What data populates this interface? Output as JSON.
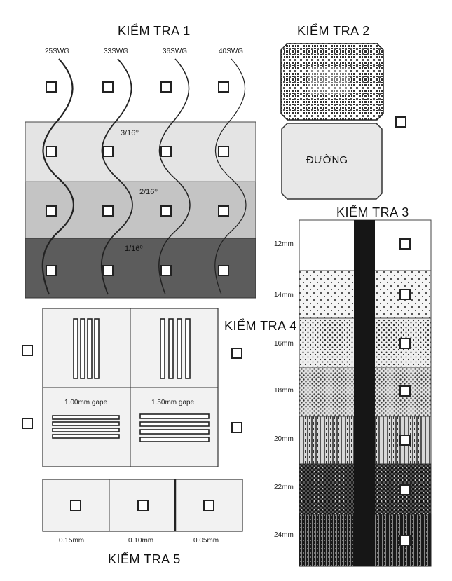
{
  "test1": {
    "title": "KIỂM TRA 1",
    "wire_labels": [
      "25SWG",
      "33SWG",
      "36SWG",
      "40SWG"
    ],
    "band_labels": [
      "3/16⁰",
      "2/16⁰",
      "1/16⁰"
    ],
    "colors": {
      "band1": "#e4e4e4",
      "band2": "#c4c4c4",
      "band3": "#5c5c5c"
    }
  },
  "test2": {
    "title": "KIỂM TRA 2",
    "bottom_label": "ĐƯỜNG"
  },
  "test3": {
    "title": "KIỂM TRA 3",
    "step_labels": [
      "12mm",
      "14mm",
      "16mm",
      "18mm",
      "20mm",
      "22mm",
      "24mm"
    ]
  },
  "test4": {
    "title": "KIỂM TRA 4",
    "gap_labels": [
      "1.00mm gape",
      "1.50mm gape"
    ]
  },
  "test5": {
    "title": "KIỂM TRA 5",
    "gap_labels": [
      "0.15mm",
      "0.10mm",
      "0.05mm"
    ]
  }
}
